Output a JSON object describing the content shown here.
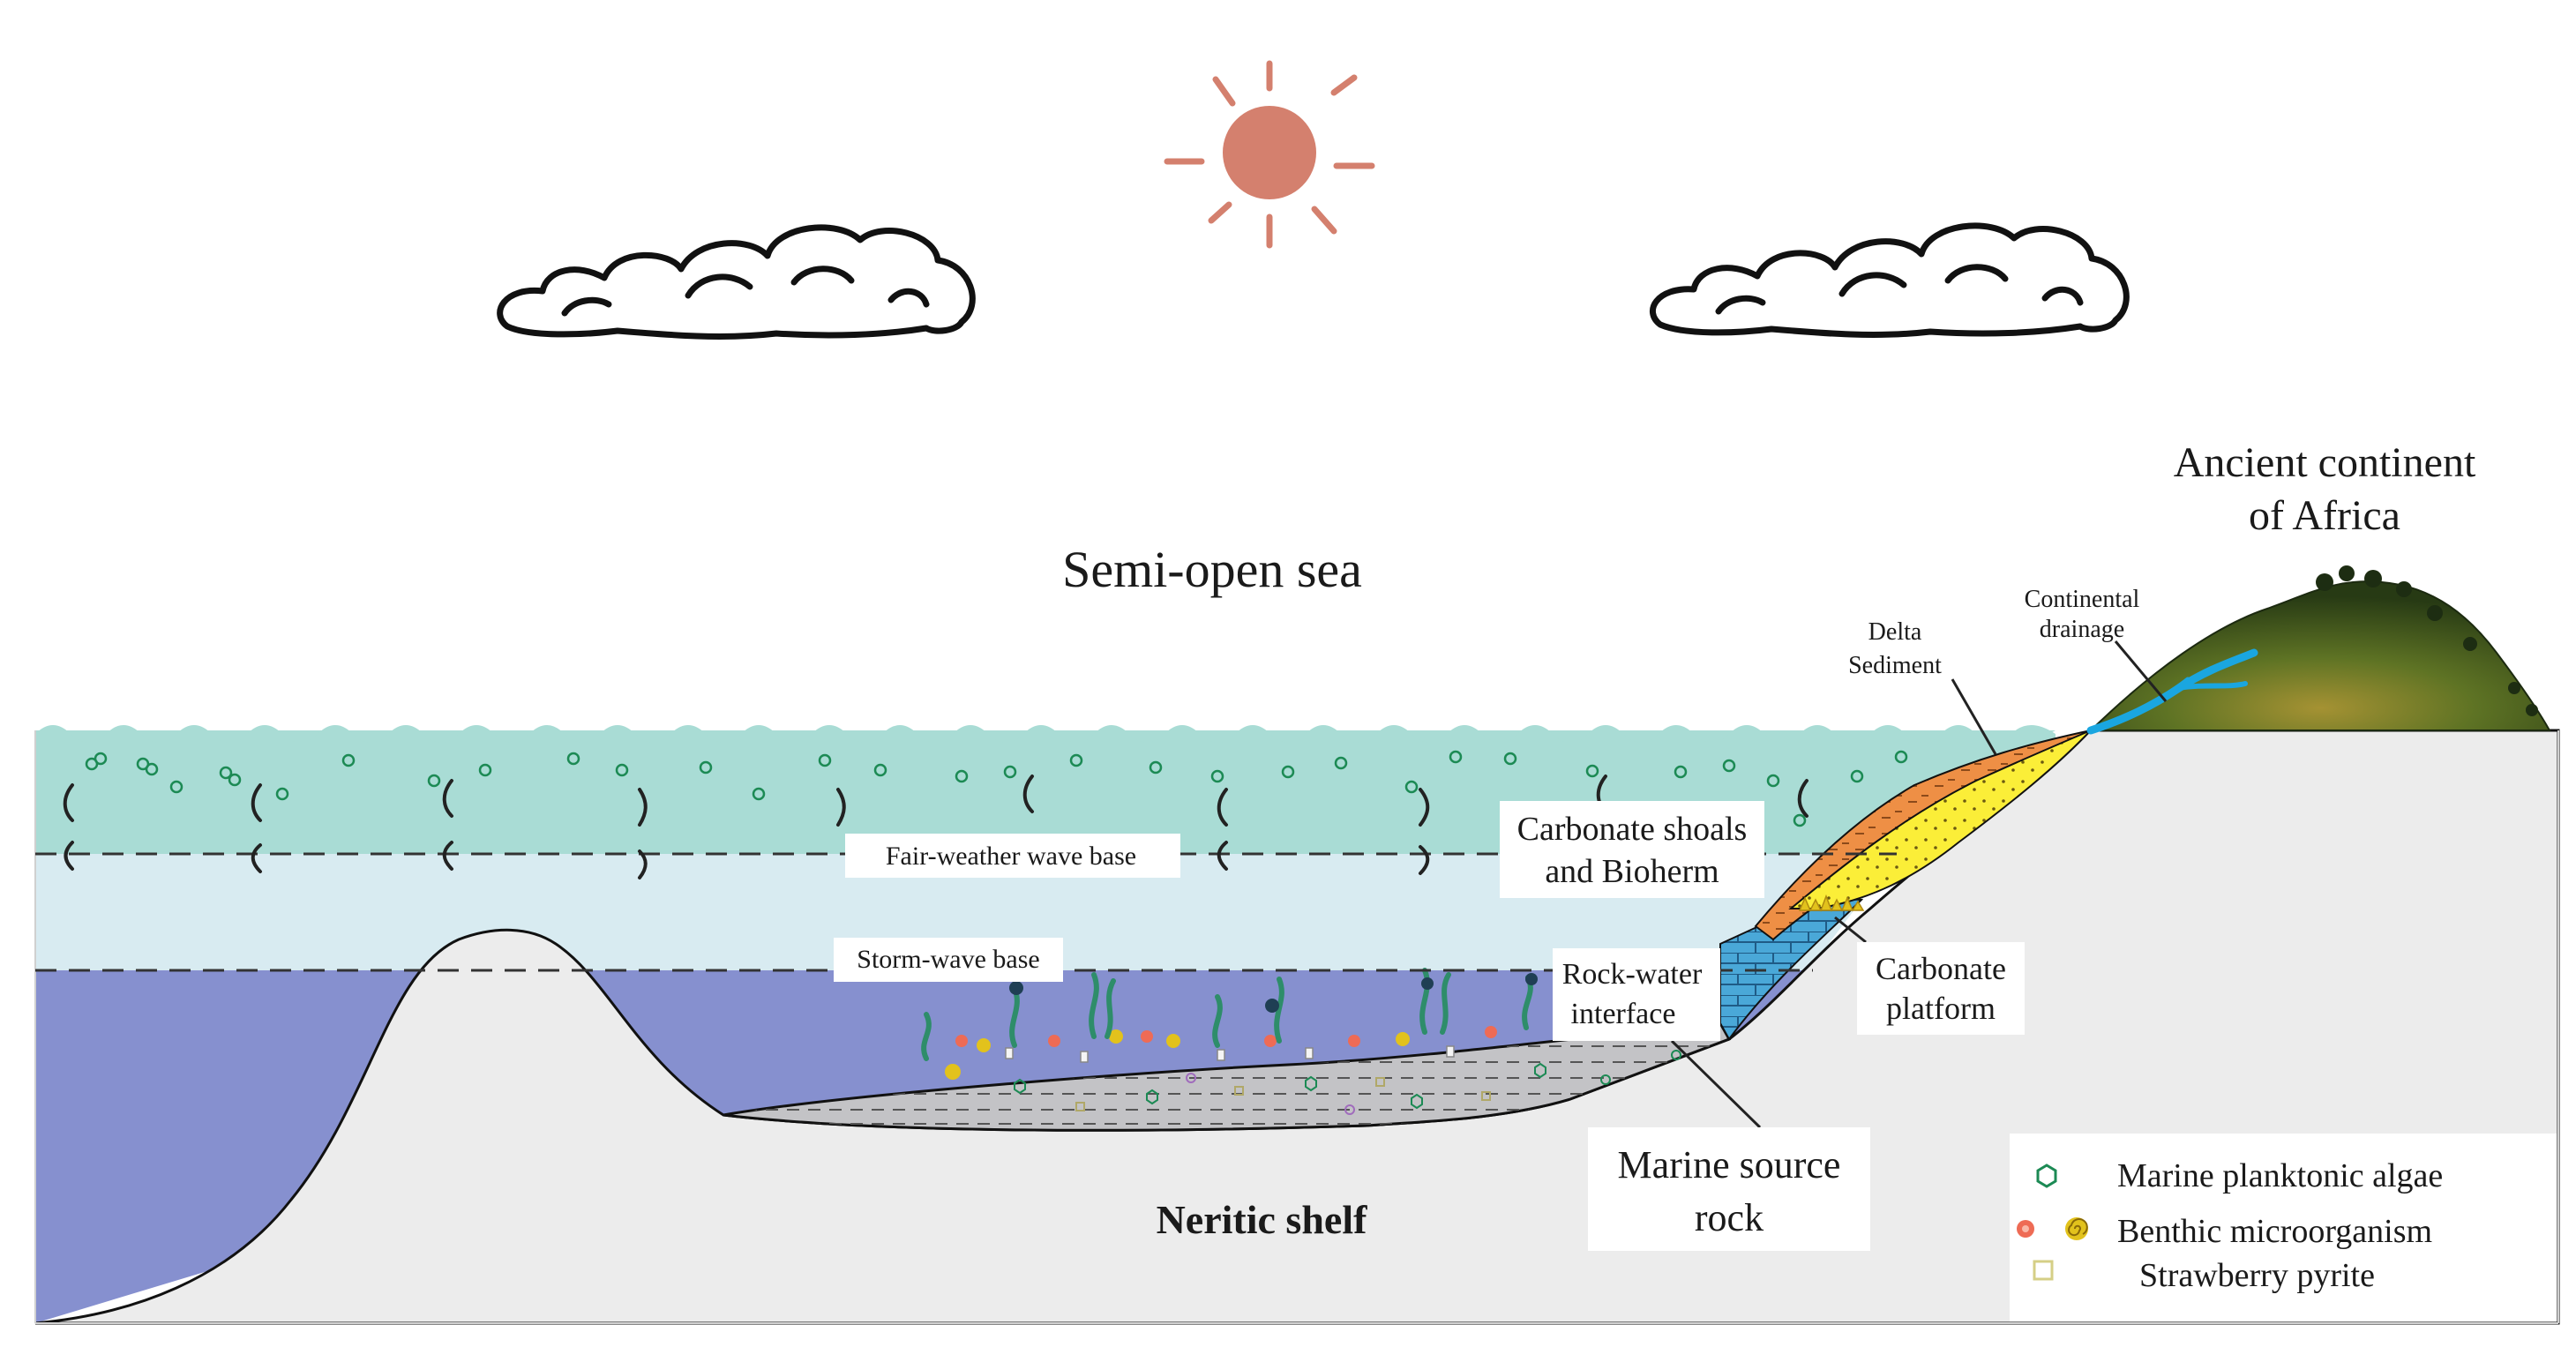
{
  "labels": {
    "sea_title": "Semi-open sea",
    "continent_line1": "Ancient continent",
    "continent_line2": "of Africa",
    "continental_drainage_line1": "Continental",
    "continental_drainage_line2": "drainage",
    "delta_line1": "Delta",
    "delta_line2": "Sediment",
    "shoals_line1": "Carbonate shoals",
    "shoals_line2": "and Bioherm",
    "fair_weather": "Fair-weather wave base",
    "storm_wave": "Storm-wave base",
    "rock_water_line1": "Rock-water",
    "rock_water_line2": "interface",
    "platform_line1": "Carbonate",
    "platform_line2": "platform",
    "source_rock_line1": "Marine source",
    "source_rock_line2": "rock",
    "neritic_shelf": "Neritic shelf"
  },
  "legend": {
    "items": [
      {
        "label": "Marine planktonic algae",
        "icon": "hexagon-algae-icon"
      },
      {
        "label": "Benthic microorganism",
        "icon": "benthic-spiral-icon"
      },
      {
        "label": "Strawberry pyrite",
        "icon": "square-pyrite-icon"
      }
    ]
  },
  "colors": {
    "sun": "#d4806e",
    "surface_water": "#a9dcd5",
    "middle_water": "#d8ebf1",
    "deep_water": "#8690cf",
    "seafloor": "#ececec",
    "source_rock": "#c3c3c6",
    "delta": "#ee8f45",
    "delta_sand": "#fbee38",
    "platform": "#4aa8d8",
    "drainage": "#1aa6e0",
    "algae": "#1c8a54",
    "benthic_red": "#ee6b55",
    "benthic_yellow": "#e2c21c",
    "pyrite": "#d5cf86"
  }
}
